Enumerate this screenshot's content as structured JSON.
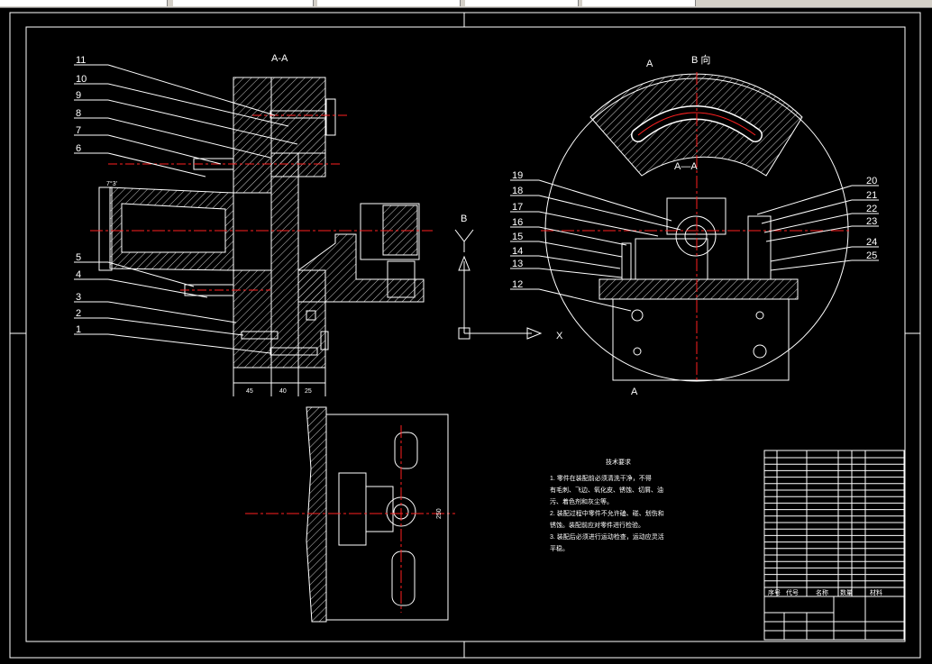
{
  "drawing": {
    "section_aa_title": "A-A",
    "left_part_numbers": [
      "11",
      "10",
      "9",
      "8",
      "7",
      "6",
      "5",
      "4",
      "3",
      "2",
      "1"
    ],
    "right_part_numbers_left": [
      "19",
      "18",
      "17",
      "16",
      "15",
      "14",
      "13",
      "12"
    ],
    "right_part_numbers_right": [
      "20",
      "21",
      "22",
      "23",
      "24",
      "25"
    ],
    "dims_bottom": [
      "45",
      "40",
      "25"
    ],
    "angle_label": "7°3'",
    "view_b_label": "B",
    "axis_x_label": "X",
    "view_b_title": "B 向",
    "view_a_top": "A",
    "view_a_bottom": "A",
    "aa_section_label": "A—A",
    "side_dim": "250"
  },
  "notes": {
    "title": "技术要求",
    "lines": [
      "1. 零件在装配前必须清洗干净，不得",
      "有毛刺、飞边、氧化皮、锈蚀、切屑、油",
      "污、着色剂和灰尘等。",
      "2. 装配过程中零件不允许磕、碰、划伤和",
      "锈蚀。装配前应对零件进行检验。",
      "3. 装配后必须进行运动检查，运动应灵活",
      "平稳。"
    ]
  },
  "title_block": {
    "header_cols": [
      "序号",
      "代号",
      "名称",
      "数量",
      "材料"
    ]
  }
}
